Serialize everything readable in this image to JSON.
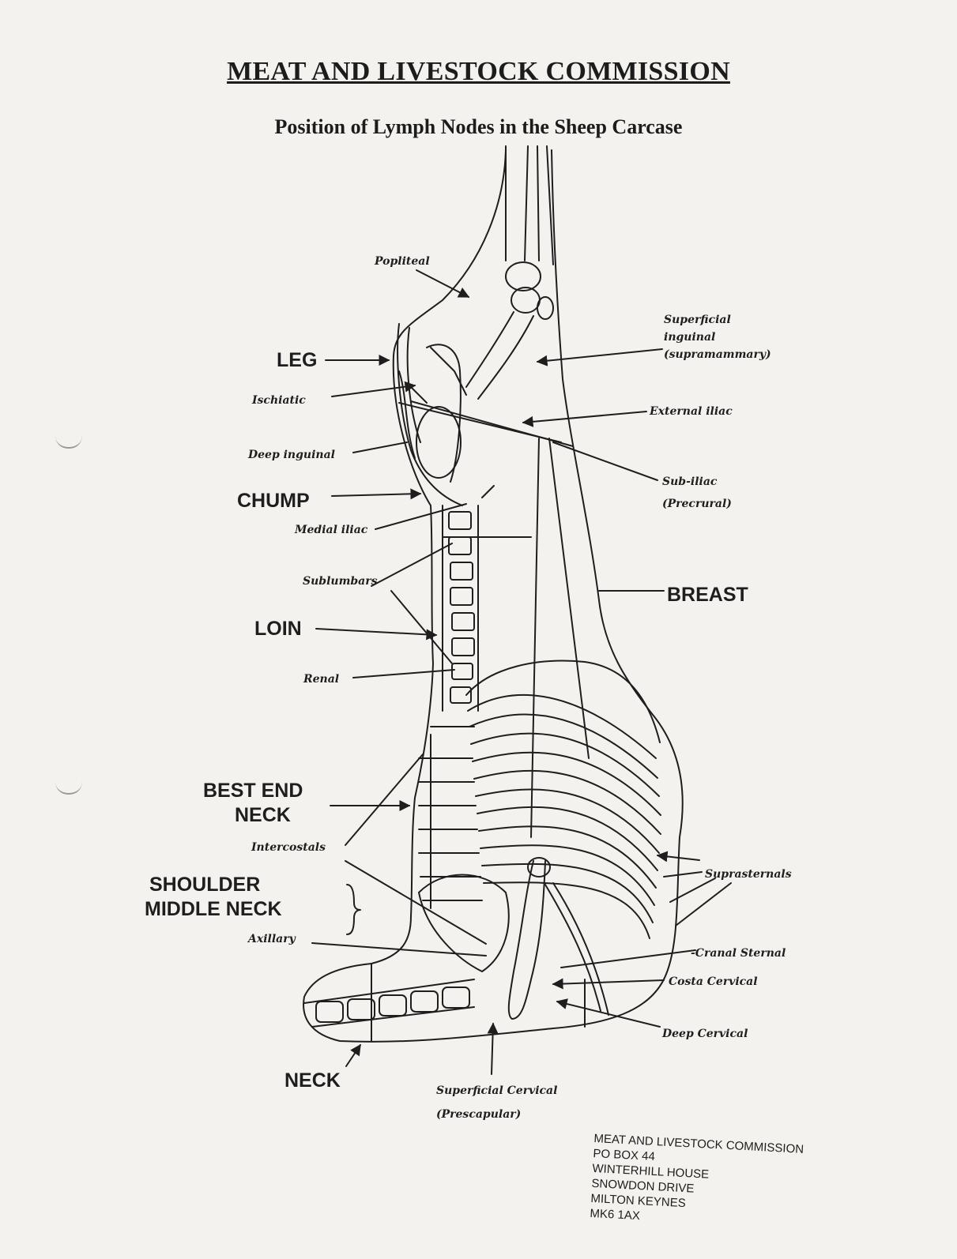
{
  "title": "MEAT AND LIVESTOCK COMMISSION",
  "subtitle": "Position of Lymph Nodes in the Sheep Carcase",
  "cuts": {
    "leg": "LEG",
    "chump": "CHUMP",
    "loin": "LOIN",
    "breast": "BREAST",
    "best_end_neck": [
      "BEST END",
      "NECK"
    ],
    "shoulder_middle_neck": [
      "SHOULDER",
      "MIDDLE NECK"
    ],
    "neck": "NECK"
  },
  "lymph_nodes": {
    "popliteal": "Popliteal",
    "superficial_inguinal": [
      "Superficial",
      "inguinal",
      "(supramammary)"
    ],
    "ischiatic": "Ischiatic",
    "external_iliac": "External iliac",
    "deep_inguinal": "Deep inguinal",
    "sub_iliac": [
      "Sub-iliac",
      "(Precrural)"
    ],
    "medial_iliac": "Medial iliac",
    "sublumbars": "Sublumbars",
    "renal": "Renal",
    "intercostals": "Intercostals",
    "suprasternals": "Suprasternals",
    "axillary": "Axillary",
    "cranial_sternal": "-Cranal Sternal",
    "costa_cervical": "Costa Cervical",
    "deep_cervical": "Deep Cervical",
    "superficial_cervical": [
      "Superficial Cervical",
      "(Prescapular)"
    ]
  },
  "address": [
    "MEAT AND LIVESTOCK COMMISSION",
    "PO BOX 44",
    "WINTERHILL HOUSE",
    "SNOWDON DRIVE",
    "MILTON KEYNES",
    "MK6 1AX"
  ]
}
